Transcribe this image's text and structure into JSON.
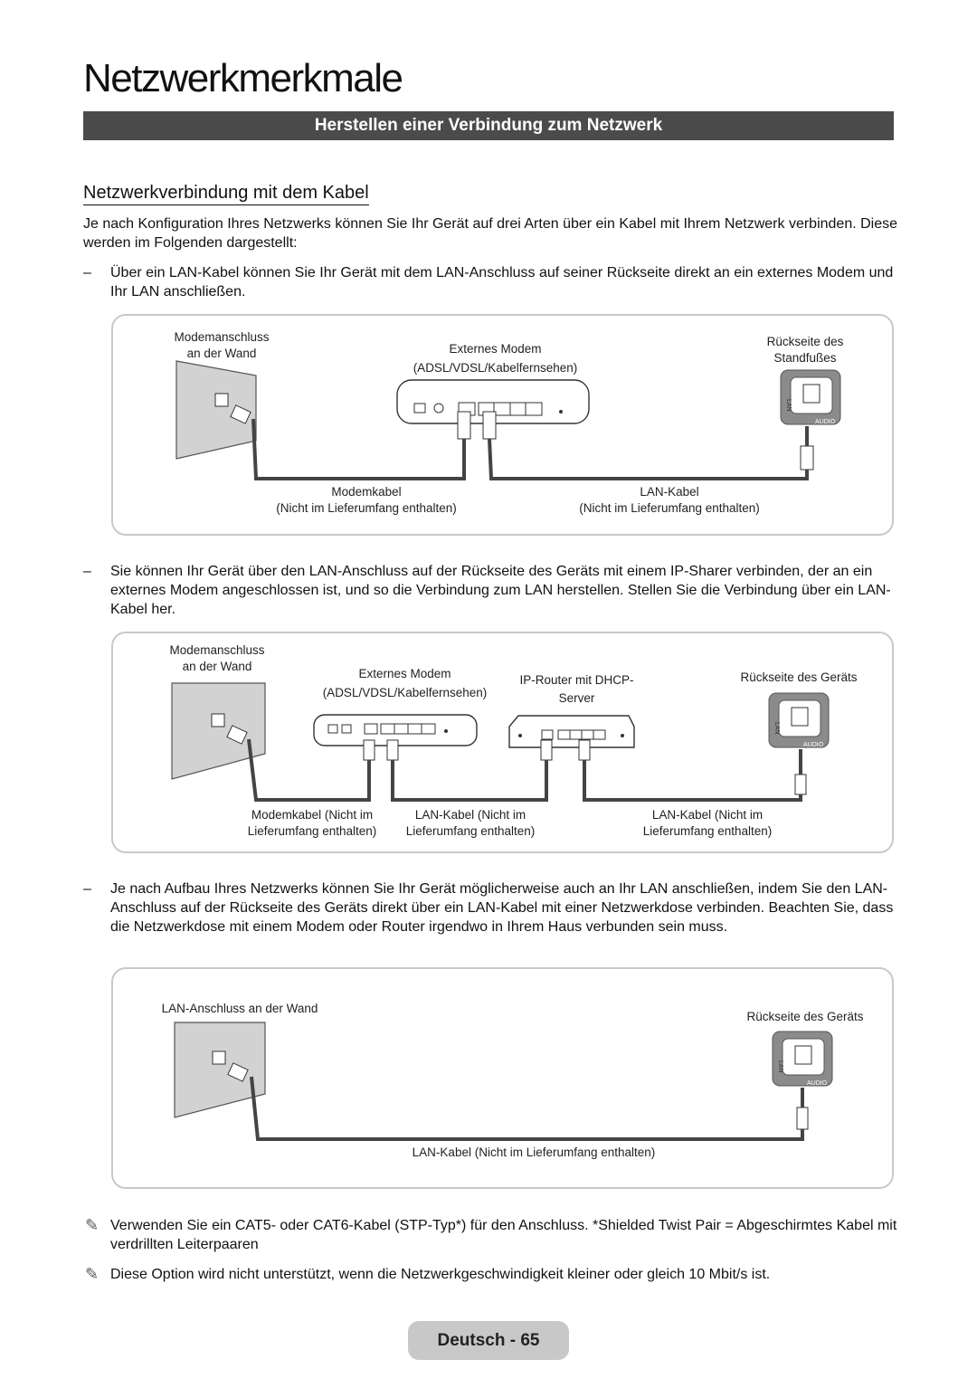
{
  "page": {
    "title": "Netzwerkmerkmale",
    "section": "Herstellen einer Verbindung zum Netzwerk",
    "subheading": "Netzwerkverbindung mit dem Kabel",
    "intro": "Je nach Konfiguration Ihres Netzwerks können Sie Ihr Gerät auf drei Arten über ein Kabel mit Ihrem Netzwerk verbinden. Diese werden im Folgenden dargestellt:",
    "dash": "–",
    "pen": "✎",
    "footer": "Deutsch - 65"
  },
  "items": [
    "Über ein LAN-Kabel können Sie Ihr Gerät mit dem LAN-Anschluss auf seiner Rückseite direkt an ein externes Modem und Ihr LAN anschließen.",
    "Sie können Ihr Gerät über den LAN-Anschluss auf der Rückseite des Geräts mit einem IP-Sharer verbinden, der an ein externes Modem angeschlossen ist, und so die Verbindung zum LAN herstellen. Stellen Sie die Verbindung über ein LAN-Kabel her.",
    "Je nach Aufbau Ihres Netzwerks können Sie Ihr Gerät möglicherweise auch an Ihr LAN anschließen, indem Sie den LAN-Anschluss auf der Rückseite des Geräts direkt über ein LAN-Kabel mit einer Netzwerkdose verbinden. Beachten Sie, dass die Netzwerkdose mit einem Modem oder Router irgendwo in Ihrem Haus verbunden sein muss."
  ],
  "diagram1": {
    "wall_line1": "Modemanschluss",
    "wall_line2": "an der Wand",
    "modem_line1": "Externes Modem",
    "modem_line2": "(ADSL/VDSL/Kabelfernsehen)",
    "back_line1": "Rückseite des",
    "back_line2": "Standfußes",
    "cable1_line1": "Modemkabel",
    "cable1_line2": "(Nicht im Lieferumfang enthalten)",
    "cable2_line1": "LAN-Kabel",
    "cable2_line2": "(Nicht im Lieferumfang enthalten)"
  },
  "diagram2": {
    "wall_line1": "Modemanschluss",
    "wall_line2": "an der Wand",
    "modem_line1": "Externes Modem",
    "modem_line2": "(ADSL/VDSL/Kabelfernsehen)",
    "router_line1": "IP-Router mit DHCP-",
    "router_line2": "Server",
    "back": "Rückseite des Geräts",
    "cable1_line1": "Modemkabel (Nicht im",
    "cable1_line2": "Lieferumfang enthalten)",
    "cable2_line1": "LAN-Kabel (Nicht im",
    "cable2_line2": "Lieferumfang enthalten)",
    "cable3_line1": "LAN-Kabel (Nicht im",
    "cable3_line2": "Lieferumfang enthalten)"
  },
  "diagram3": {
    "wall": "LAN-Anschluss an der Wand",
    "back": "Rückseite des Geräts",
    "cable": "LAN-Kabel (Nicht im Lieferumfang enthalten)"
  },
  "port": {
    "lan": "LAN",
    "audio": "AUDIO"
  },
  "notes": [
    "Verwenden Sie ein CAT5- oder CAT6-Kabel (STP-Typ*) für den Anschluss. *Shielded Twist Pair = Abgeschirmtes Kabel mit verdrillten Leiterpaaren",
    "Diese Option wird nicht unterstützt, wenn die Netzwerkgeschwindigkeit kleiner oder gleich 10 Mbit/s ist."
  ]
}
